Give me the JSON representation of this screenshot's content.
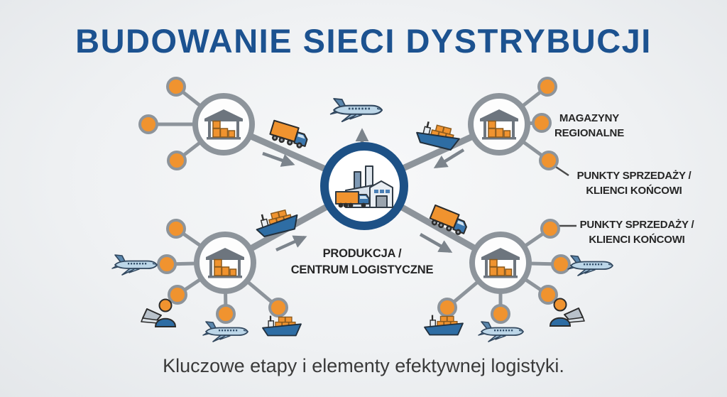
{
  "title": "BUDOWANIE SIECI DYSTRYBUCJI",
  "caption": "Kluczowe etapy i elementy efektywnej logistyki.",
  "hub": {
    "label_line1": "PRODUKCJA /",
    "label_line2": "CENTRUM LOGISTYCZNE",
    "icon": "factory-with-truck-icon"
  },
  "node_labels": {
    "magazyny_line1": "MAGAZYNY",
    "magazyny_line2": "REGIONALNE",
    "punkty1_line1": "PUNKTY SPRZEDAŻY /",
    "punkty1_line2": "KLIENCI KOŃCOWI",
    "punkty2_line1": "PUNKTY SPRZEDAŻY /",
    "punkty2_line2": "KLIENCI KOŃCOWI"
  },
  "nodes": [
    {
      "name": "warehouse-top-left",
      "icon": "warehouse-icon",
      "spokes": 3
    },
    {
      "name": "warehouse-top-right",
      "icon": "warehouse-icon",
      "spokes": 3
    },
    {
      "name": "warehouse-bottom-left",
      "icon": "warehouse-icon",
      "spokes": 5
    },
    {
      "name": "warehouse-bottom-right",
      "icon": "warehouse-icon",
      "spokes": 5
    }
  ],
  "transport_icons": [
    "plane-icon",
    "truck-icon",
    "cargo-ship-icon",
    "person-laptop-icon"
  ],
  "colors": {
    "title_blue": "#1c5290",
    "hub_ring_blue": "#1d5186",
    "network_gray": "#8d949b",
    "arrow_gray": "#7c848c",
    "dot_orange": "#f0932f",
    "label_dark": "#262626",
    "truck_trailer_orange": "#f0932f",
    "vehicle_blue": "#2e6da4",
    "plane_light_blue": "#bcd6e8"
  }
}
